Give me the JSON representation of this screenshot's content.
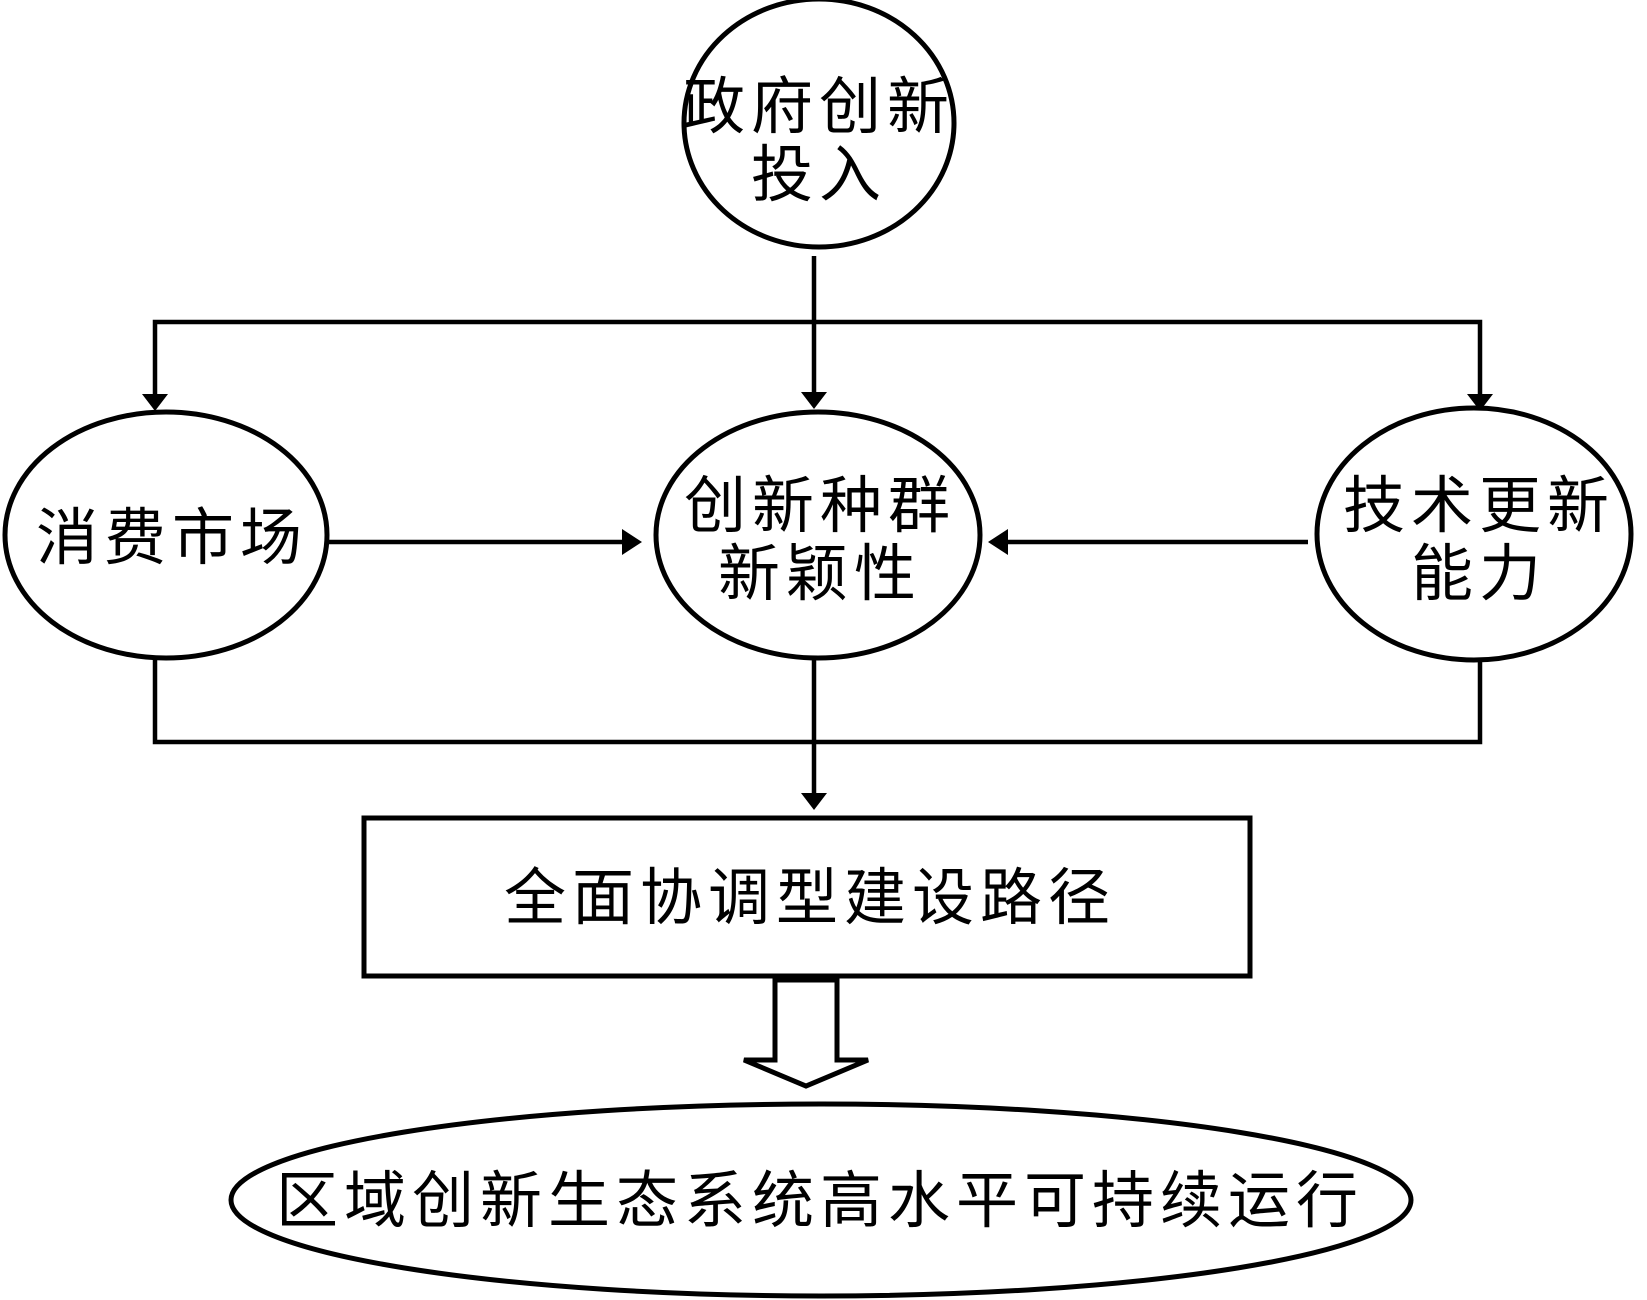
{
  "nodes": {
    "gov_input": {
      "line1": "政府创新",
      "line2": "投入"
    },
    "consumer_market": {
      "label": "消费市场"
    },
    "innovation_novelty": {
      "line1": "创新种群",
      "line2": "新颖性"
    },
    "tech_update": {
      "line1": "技术更新",
      "line2": "能力"
    },
    "coordinated_path": {
      "label": "全面协调型建设路径"
    },
    "sustainable_operation": {
      "label": "区域创新生态系统高水平可持续运行"
    }
  },
  "colors": {
    "stroke": "#000000",
    "fill": "#ffffff"
  }
}
